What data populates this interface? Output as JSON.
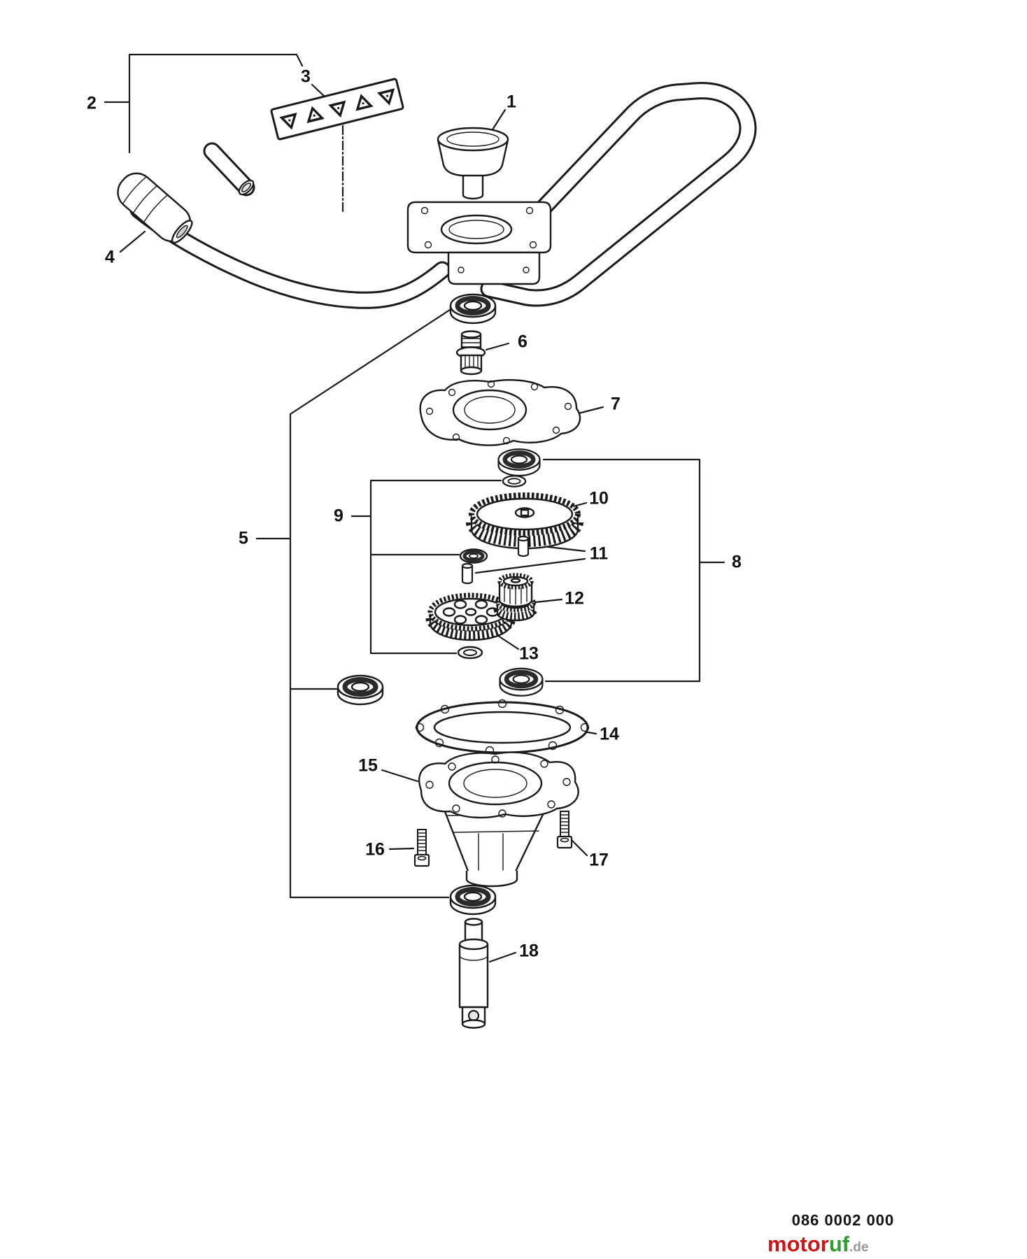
{
  "diagram": {
    "part_number": "086 0002 000",
    "logo": {
      "part1": "motor",
      "part2": "uf",
      "part3": ".de"
    },
    "colors": {
      "line": "#1a1a1a",
      "logo_red": "#cc1719",
      "logo_green": "#2f9e33",
      "logo_gray": "#999999"
    },
    "callouts": [
      {
        "label": "1"
      },
      {
        "label": "2"
      },
      {
        "label": "3"
      },
      {
        "label": "4"
      },
      {
        "label": "5"
      },
      {
        "label": "6"
      },
      {
        "label": "7"
      },
      {
        "label": "8"
      },
      {
        "label": "9"
      },
      {
        "label": "10"
      },
      {
        "label": "11"
      },
      {
        "label": "12"
      },
      {
        "label": "13"
      },
      {
        "label": "14"
      },
      {
        "label": "15"
      },
      {
        "label": "16"
      },
      {
        "label": "17"
      },
      {
        "label": "18"
      }
    ]
  }
}
